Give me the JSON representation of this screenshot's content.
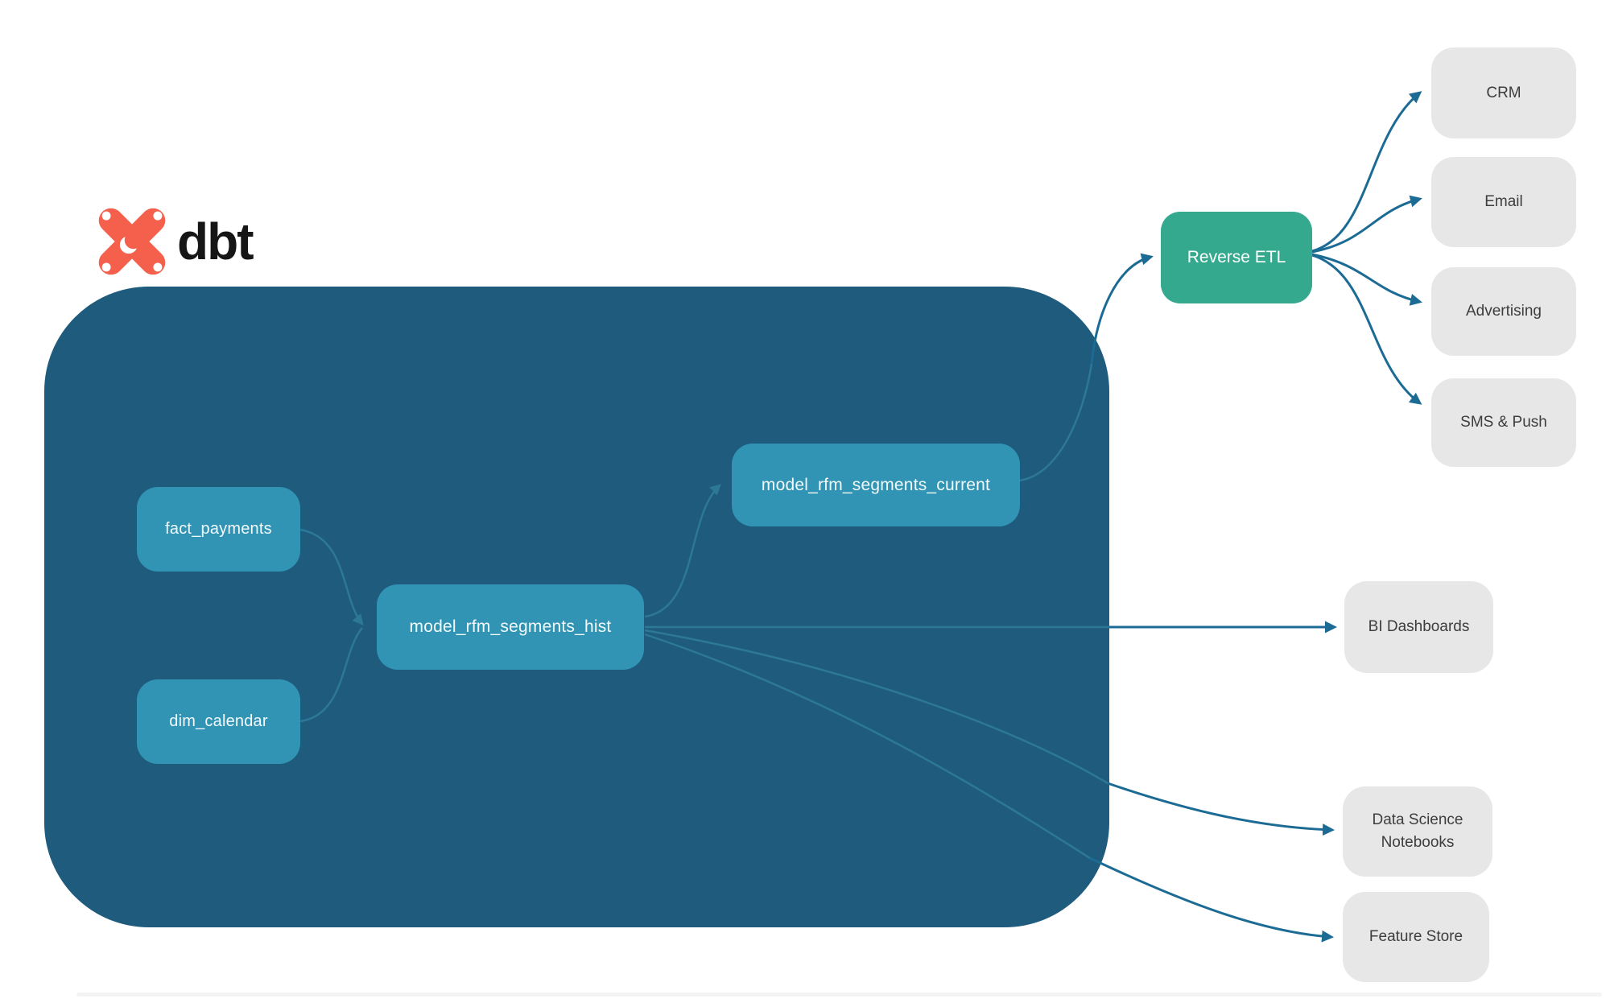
{
  "brand": {
    "name": "dbt"
  },
  "pipeline": {
    "nodes": {
      "fact_payments": "fact_payments",
      "dim_calendar": "dim_calendar",
      "hist": "model_rfm_segments_hist",
      "current": "model_rfm_segments_current"
    }
  },
  "reverse_etl": {
    "label": "Reverse ETL"
  },
  "destinations": [
    {
      "label": "CRM"
    },
    {
      "label": "Email"
    },
    {
      "label": "Advertising"
    },
    {
      "label": "SMS & Push"
    }
  ],
  "outputs": [
    {
      "label": "BI Dashboards"
    },
    {
      "label": "Data Science Notebooks"
    },
    {
      "label": "Feature Store"
    }
  ],
  "colors": {
    "container": "#1E5B7C",
    "model_node": "#3194B4",
    "reverse_etl": "#34A98D",
    "destination_box": "#E7E7E7",
    "edge_outer": "#1C6B94",
    "edge_inner": "#2D7896",
    "brand_orange": "#F4604C"
  }
}
